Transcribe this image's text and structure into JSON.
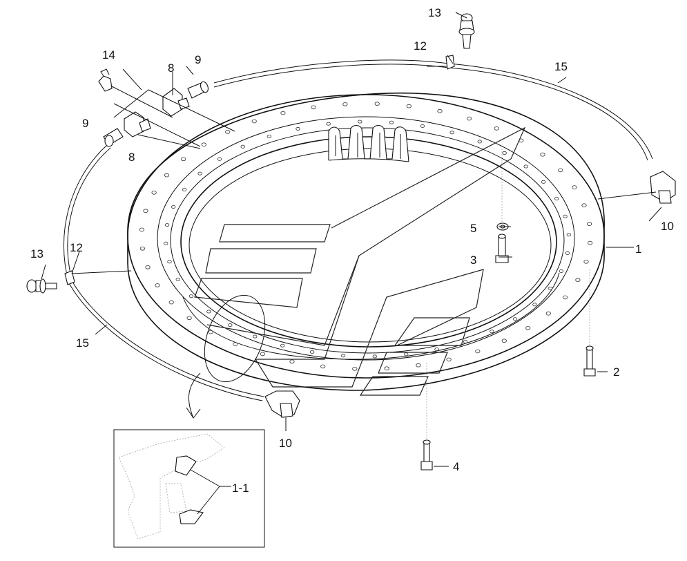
{
  "diagram": {
    "labels": {
      "l1": "1",
      "l2": "2",
      "l3": "3",
      "l4": "4",
      "l5": "5",
      "l8a": "8",
      "l8b": "8",
      "l9a": "9",
      "l9b": "9",
      "l10a": "10",
      "l10b": "10",
      "l12a": "12",
      "l12b": "12",
      "l13a": "13",
      "l13b": "13",
      "l14": "14",
      "l15a": "15",
      "l15b": "15",
      "detail": "1-1"
    }
  }
}
